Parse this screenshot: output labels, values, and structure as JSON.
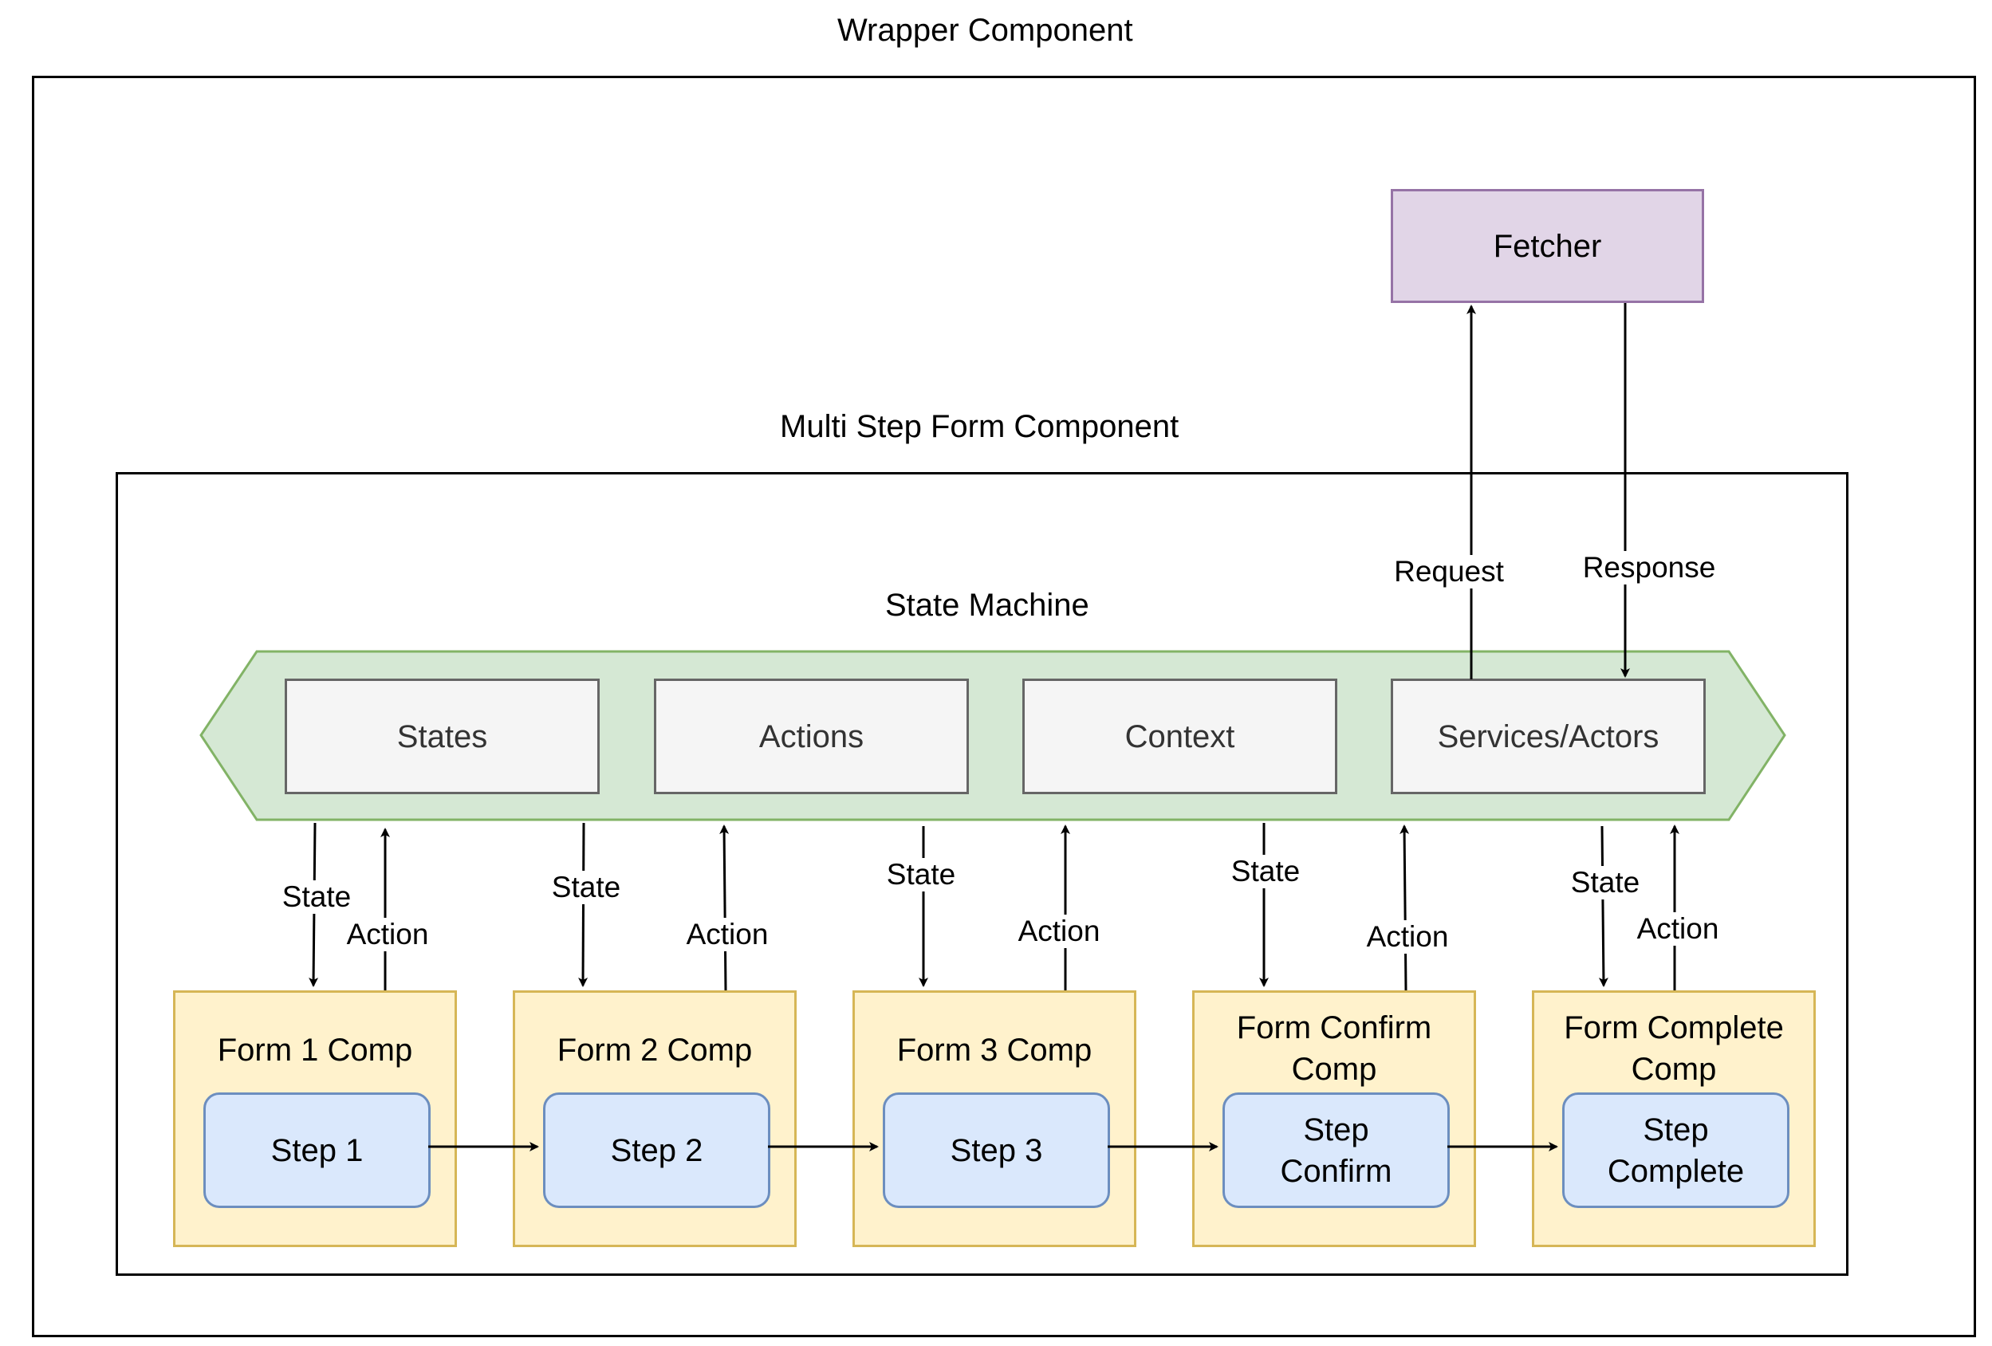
{
  "wrapper": {
    "title": "Wrapper Component"
  },
  "multi_step_form": {
    "title": "Multi Step Form Component"
  },
  "state_machine": {
    "title": "State Machine",
    "parts": [
      "States",
      "Actions",
      "Context",
      "Services/Actors"
    ]
  },
  "fetcher": {
    "label": "Fetcher"
  },
  "fetcher_edges": {
    "request": "Request",
    "response": "Response"
  },
  "forms": [
    {
      "title": "Form 1 Comp",
      "step": "Step 1",
      "state_label": "State",
      "action_label": "Action"
    },
    {
      "title": "Form 2 Comp",
      "step": "Step 2",
      "state_label": "State",
      "action_label": "Action"
    },
    {
      "title": "Form 3 Comp",
      "step": "Step 3",
      "state_label": "State",
      "action_label": "Action"
    },
    {
      "title": "Form Confirm\nComp",
      "step": "Step\nConfirm",
      "state_label": "State",
      "action_label": "Action"
    },
    {
      "title": "Form Complete\nComp",
      "step": "Step\nComplete",
      "state_label": "State",
      "action_label": "Action"
    }
  ],
  "colors": {
    "state_machine_fill": "#d5e8d4",
    "state_machine_stroke": "#82b366",
    "fetcher_fill": "#e1d5e7",
    "fetcher_stroke": "#9673a6",
    "form_fill": "#fff2cc",
    "form_stroke": "#d6b656",
    "step_fill": "#dae8fc",
    "step_stroke": "#6c8ebf",
    "part_fill": "#f5f5f5",
    "part_stroke": "#666666"
  }
}
